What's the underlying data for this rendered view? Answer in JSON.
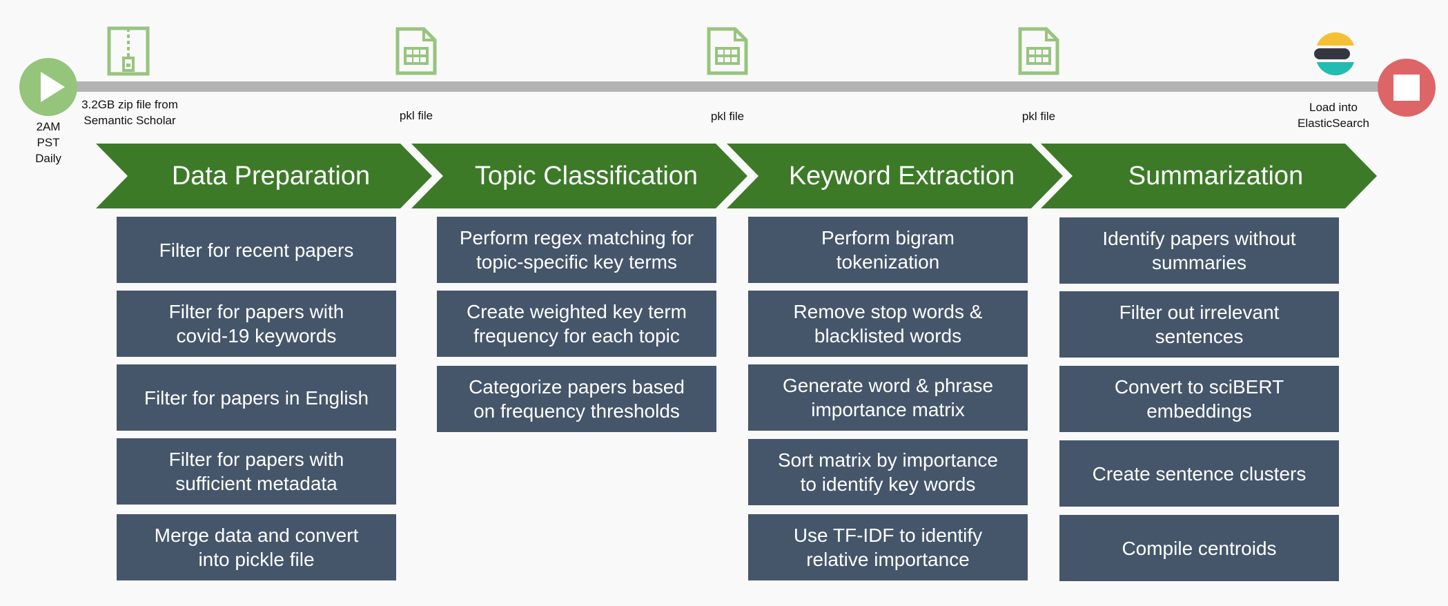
{
  "timeline": {
    "start_label": "2AM\nPST\nDaily",
    "source_label": "3.2GB zip file from\nSemantic Scholar",
    "artifact_labels": [
      "pkl file",
      "pkl file",
      "pkl file"
    ],
    "end_label": "Load into\nElasticSearch"
  },
  "stages": [
    {
      "title": "Data Preparation",
      "steps": [
        "Filter for recent papers",
        "Filter for papers with\ncovid-19 keywords",
        "Filter for papers in English",
        "Filter for papers with\nsufficient metadata",
        "Merge data and convert\ninto pickle file"
      ]
    },
    {
      "title": "Topic Classification",
      "steps": [
        "Perform regex matching for\ntopic-specific key terms",
        "Create weighted key term\nfrequency for each topic",
        "Categorize papers based\non frequency thresholds"
      ]
    },
    {
      "title": "Keyword Extraction",
      "steps": [
        "Perform bigram\ntokenization",
        "Remove stop words &\nblacklisted words",
        "Generate word & phrase\nimportance matrix",
        "Sort matrix by importance\nto identify key words",
        "Use TF-IDF to identify\nrelative importance"
      ]
    },
    {
      "title": "Summarization",
      "steps": [
        "Identify papers without\nsummaries",
        "Filter out irrelevant\nsentences",
        "Convert to sciBERT\nembeddings",
        "Create sentence clusters",
        "Compile centroids"
      ]
    }
  ],
  "colors": {
    "chevron": "#3c7a28",
    "card": "#45566b",
    "start": "#95c47b",
    "stop": "#de6567",
    "icon": "#97c47f",
    "track": "#b3b3b3"
  },
  "icons": {
    "start": "play-icon",
    "source": "zip-file-icon",
    "artifact": "spreadsheet-file-icon",
    "end": "elasticsearch-logo-icon",
    "stop": "stop-icon"
  }
}
